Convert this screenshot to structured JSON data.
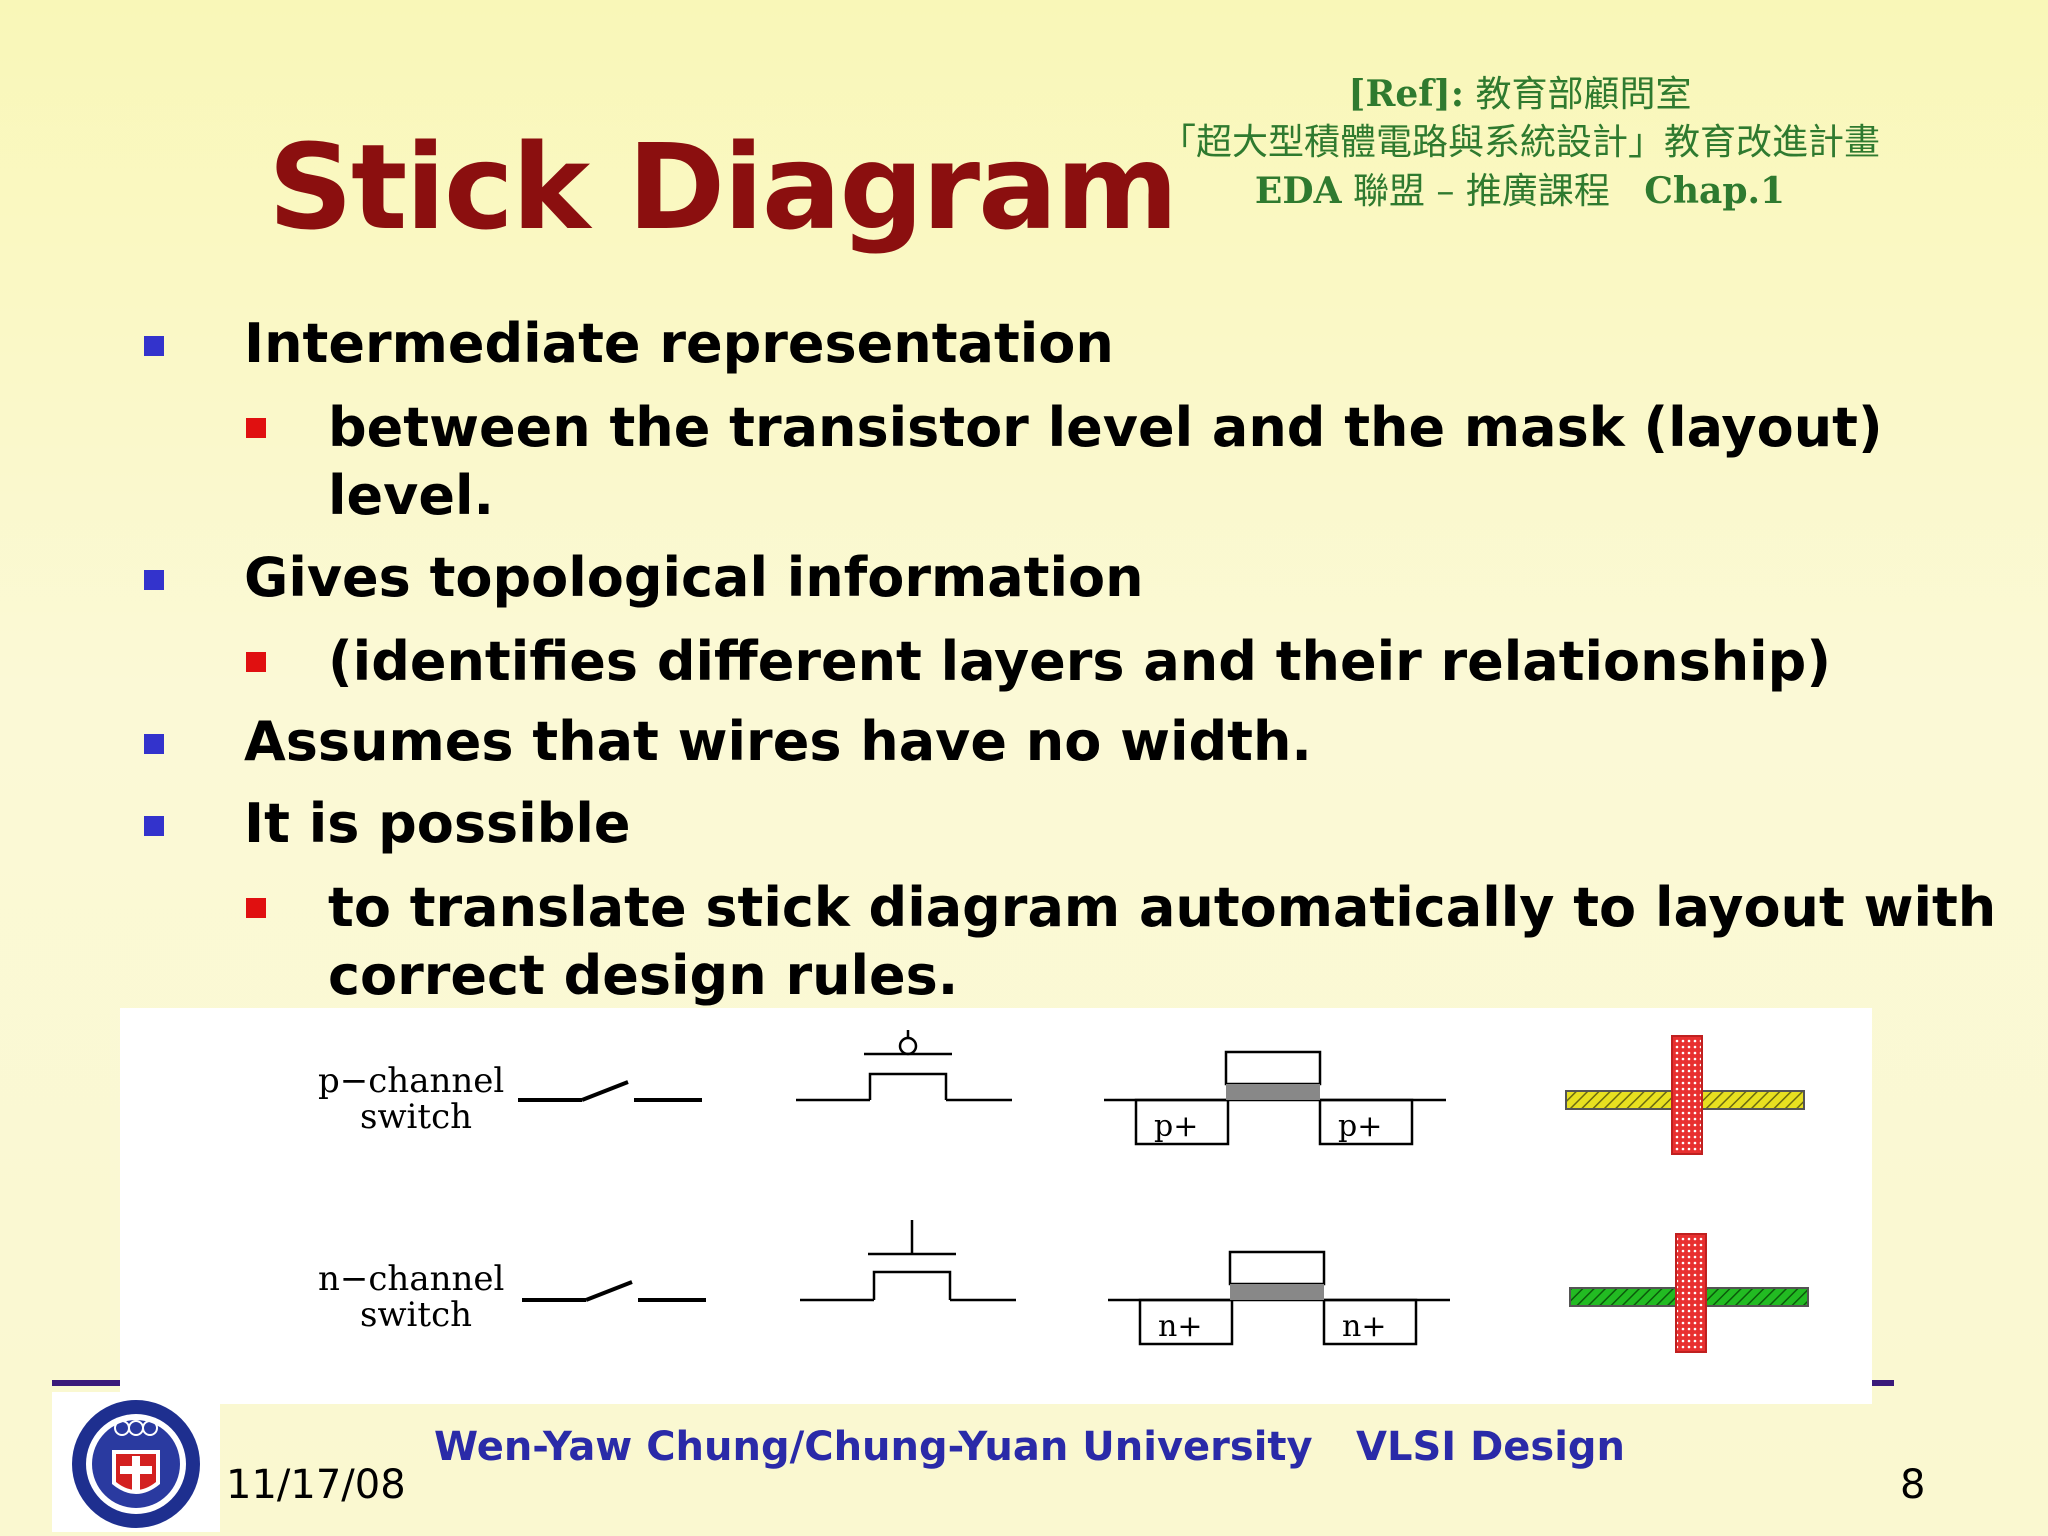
{
  "title": "Stick Diagram",
  "ref": {
    "line1_label": "[Ref]:",
    "line1_text": "教育部顧問室",
    "line2": "「超大型積體電路與系統設計」教育改進計畫",
    "line3_label": "EDA",
    "line3_text": "聯盟 – 推廣課程",
    "line3_chap": "Chap.1"
  },
  "bullets": [
    {
      "text": "Intermediate representation"
    },
    {
      "text": " between the transistor level and the mask (layout)",
      "cont": "level."
    },
    {
      "text": "Gives topological information"
    },
    {
      "text": "(identifies different layers and their relationship)"
    },
    {
      "text": "Assumes that wires have no width."
    },
    {
      "text": "It is possible"
    },
    {
      "text": "to translate stick diagram automatically to layout with",
      "cont": "correct design rules."
    }
  ],
  "figure": {
    "p_label_1": "p−channel",
    "p_label_2": "switch",
    "n_label_1": "n−channel",
    "n_label_2": "switch",
    "p_diff": "p+",
    "n_diff": "n+",
    "colors": {
      "poly": "#e83030",
      "pdiff": "#e8e020",
      "ndiff": "#22bb22",
      "gate": "#888888"
    }
  },
  "footer": {
    "author": "Wen-Yaw Chung/Chung-Yuan University",
    "course": "VLSI Design",
    "date": "11/17/08",
    "page": "8"
  }
}
